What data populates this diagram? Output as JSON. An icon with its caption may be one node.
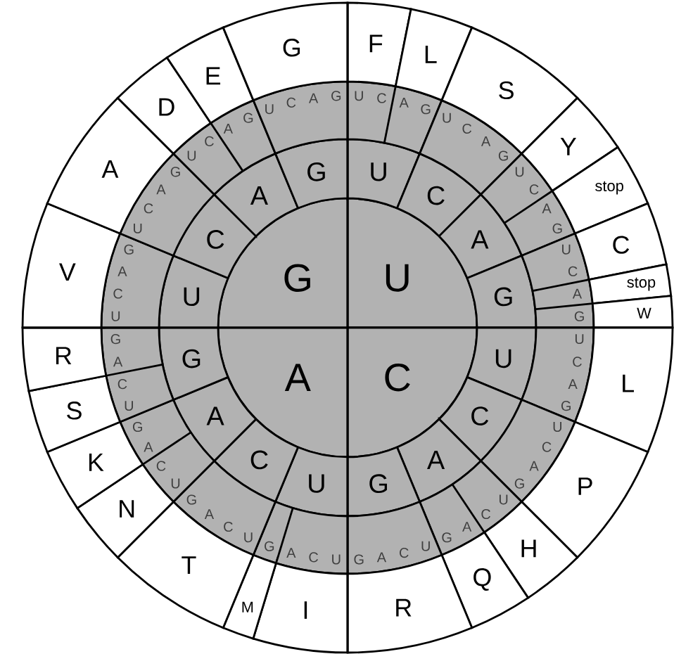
{
  "diagram": {
    "nodes": [
      {
        "text": [
          "U"
        ]
      },
      {
        "text": [
          "C"
        ]
      },
      {
        "text": [
          "A"
        ]
      },
      {
        "text": [
          "G"
        ]
      },
      {
        "text": [
          "U"
        ]
      },
      {
        "text": [
          "C"
        ]
      },
      {
        "text": [
          "A"
        ]
      },
      {
        "text": [
          "G"
        ]
      },
      {
        "text": [
          "U"
        ]
      },
      {
        "text": [
          "C"
        ]
      },
      {
        "text": [
          "A"
        ]
      },
      {
        "text": [
          "G"
        ]
      },
      {
        "text": [
          "U"
        ]
      },
      {
        "text": [
          "C"
        ]
      },
      {
        "text": [
          "A"
        ]
      },
      {
        "text": [
          "G"
        ]
      },
      {
        "text": [
          "U"
        ]
      },
      {
        "text": [
          "C"
        ]
      },
      {
        "text": [
          "A"
        ]
      },
      {
        "text": [
          "G"
        ]
      },
      {
        "text": [
          "U",
          "C",
          "A",
          "G"
        ]
      },
      {
        "text": [
          "U",
          "C",
          "A",
          "G"
        ]
      },
      {
        "text": [
          "U",
          "C",
          "A",
          "G"
        ]
      },
      {
        "text": [
          "U",
          "C",
          "A",
          "G"
        ]
      },
      {
        "text": [
          "U",
          "C",
          "A",
          "G"
        ]
      },
      {
        "text": [
          "U",
          "C",
          "A",
          "G"
        ]
      },
      {
        "text": [
          "U",
          "C",
          "A",
          "G"
        ]
      },
      {
        "text": [
          "U",
          "C",
          "A",
          "G"
        ]
      },
      {
        "text": [
          "U",
          "C",
          "A",
          "G"
        ]
      },
      {
        "text": [
          "U",
          "C",
          "A",
          "G"
        ]
      },
      {
        "text": [
          "U",
          "C",
          "A",
          "G"
        ]
      },
      {
        "text": [
          "U",
          "C",
          "A",
          "G"
        ]
      },
      {
        "text": [
          "U",
          "C",
          "A",
          "G"
        ]
      },
      {
        "text": [
          "U",
          "C",
          "A",
          "G"
        ]
      },
      {
        "text": [
          "U",
          "C",
          "A",
          "G"
        ]
      },
      {
        "text": [
          "U",
          "C",
          "A",
          "G"
        ]
      },
      {
        "text": [
          "F"
        ]
      },
      {
        "text": [
          "L"
        ]
      },
      {
        "text": [
          "S"
        ]
      },
      {
        "text": [
          "Y"
        ]
      },
      {
        "text": [
          "stop"
        ]
      },
      {
        "text": [
          "C"
        ]
      },
      {
        "text": [
          "stop"
        ]
      },
      {
        "text": [
          "W"
        ]
      },
      {
        "text": [
          "L"
        ]
      },
      {
        "text": [
          "P"
        ]
      },
      {
        "text": [
          "H"
        ]
      },
      {
        "text": [
          "Q"
        ]
      },
      {
        "text": [
          "R"
        ]
      },
      {
        "text": [
          "I"
        ]
      },
      {
        "text": [
          "M"
        ]
      },
      {
        "text": [
          "T"
        ]
      },
      {
        "text": [
          "N"
        ]
      },
      {
        "text": [
          "K"
        ]
      },
      {
        "text": [
          "S"
        ]
      },
      {
        "text": [
          "R"
        ]
      },
      {
        "text": [
          "V"
        ]
      },
      {
        "text": [
          "A"
        ]
      },
      {
        "text": [
          "D"
        ]
      },
      {
        "text": [
          "E"
        ]
      },
      {
        "text": [
          "G"
        ]
      }
    ]
  }
}
